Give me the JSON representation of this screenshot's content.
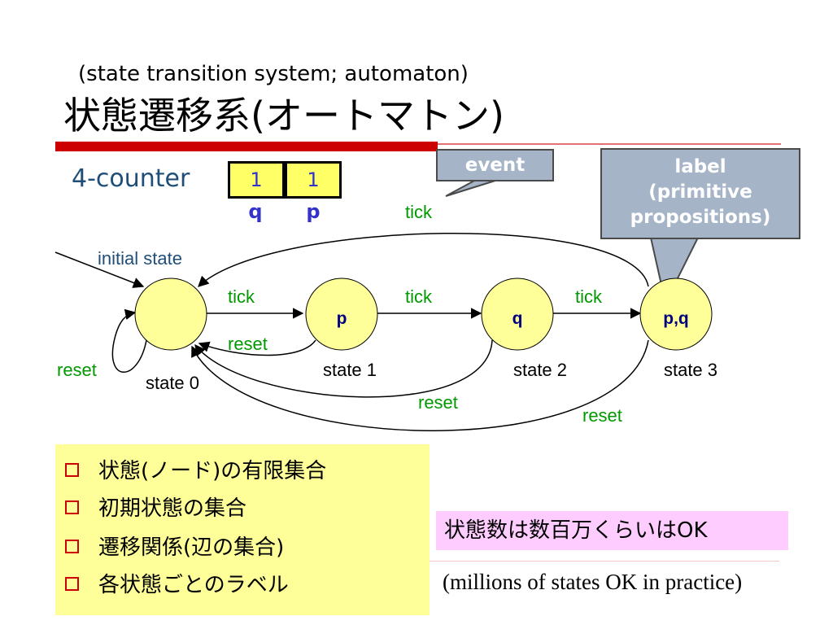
{
  "slide": {
    "subtitle": "(state transition system; automaton)",
    "title": "状態遷移系(オートマトン)",
    "accent_color": "#cc0000"
  },
  "counter": {
    "label": "4-counter",
    "bits": [
      {
        "value": "1",
        "name": "q"
      },
      {
        "value": "1",
        "name": "p"
      }
    ]
  },
  "callouts": {
    "event": "event",
    "label_lines": [
      "label",
      "(primitive",
      "propositions)"
    ]
  },
  "diagram": {
    "initial_label": "initial state",
    "states": [
      {
        "label": "",
        "caption": "state 0"
      },
      {
        "label": "p",
        "caption": "state 1"
      },
      {
        "label": "q",
        "caption": "state 2"
      },
      {
        "label": "p,q",
        "caption": "state 3"
      }
    ],
    "transitions": {
      "tick_01": "tick",
      "tick_12": "tick",
      "tick_23": "tick",
      "tick_30": "tick",
      "reset_self": "reset",
      "reset_1": "reset",
      "reset_2": "reset",
      "reset_3": "reset"
    },
    "colors": {
      "state_fill": "#ffff99",
      "edge_label": "#009900",
      "state_text": "#000080"
    }
  },
  "bullets": [
    "状態(ノード)の有限集合",
    "初期状態の集合",
    "遷移関係(辺の集合)",
    "各状態ごとのラベル"
  ],
  "notes": {
    "ja": "状態数は数百万くらいはOK",
    "en": "(millions of states OK in practice)"
  }
}
